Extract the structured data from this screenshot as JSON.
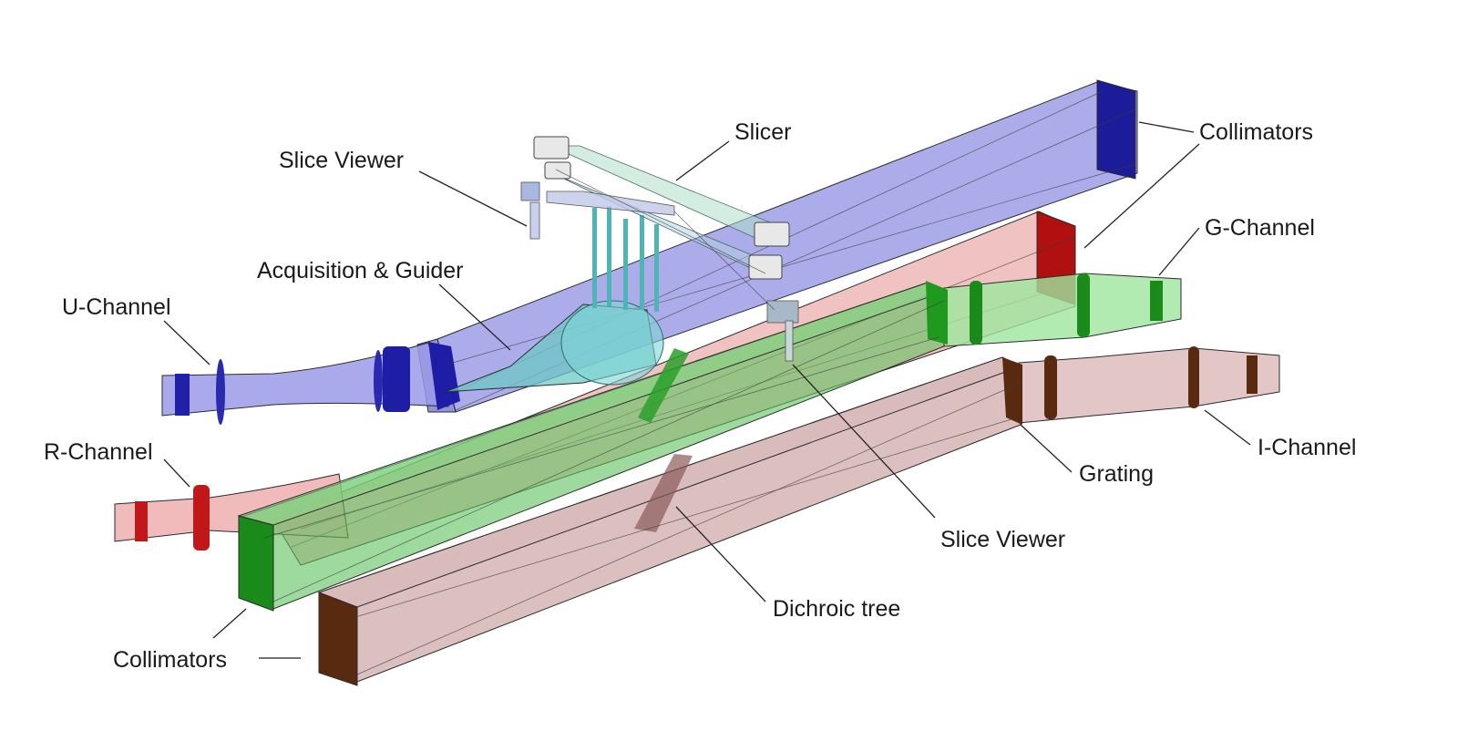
{
  "labels": {
    "slicer": "Slicer",
    "collimators_top": "Collimators",
    "slice_viewer_top": "Slice Viewer",
    "g_channel": "G-Channel",
    "acquisition_guider": "Acquisition & Guider",
    "u_channel": "U-Channel",
    "r_channel": "R-Channel",
    "i_channel": "I-Channel",
    "grating": "Grating",
    "slice_viewer_bottom": "Slice Viewer",
    "dichroic_tree": "Dichroic tree",
    "collimators_bottom": "Collimators"
  },
  "colors": {
    "u_channel": "#7f7fe0",
    "u_channel_dark": "#1c1c9a",
    "r_channel": "#e89a9a",
    "r_channel_dark": "#b01010",
    "g_channel": "#7fd07f",
    "g_channel_dark": "#1a8a1a",
    "i_channel": "#c9a0a0",
    "i_channel_dark": "#5a2a10",
    "guider": "#6ec8c8",
    "slicer": "#9ad0d0"
  }
}
